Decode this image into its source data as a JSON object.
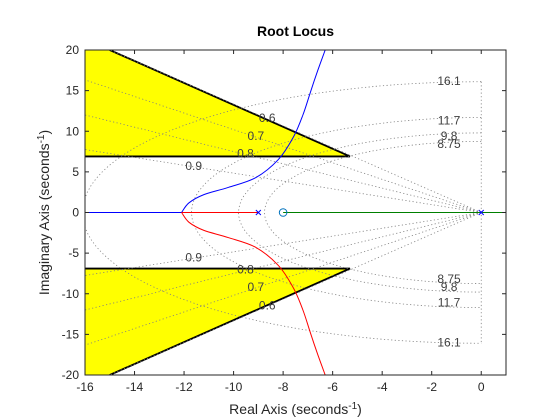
{
  "chart_data": {
    "type": "line",
    "title": "Root Locus",
    "xlabel": "Real Axis (seconds",
    "ylabel": "Imaginary Axis (seconds",
    "unit_exponent": "-1",
    "xlim": [
      -16,
      1
    ],
    "ylim": [
      -20,
      20
    ],
    "xticks": [
      -16,
      -14,
      -12,
      -10,
      -8,
      -6,
      -4,
      -2,
      0
    ],
    "yticks": [
      -20,
      -15,
      -10,
      -5,
      0,
      5,
      10,
      15,
      20
    ],
    "grid": "damping-frequency",
    "colors": {
      "branch_upper": "#0000ff",
      "branch_lower": "#ff0000",
      "branch_real": "#008000",
      "region": "#ffff00",
      "region_edge": "#000000",
      "grid": "#808080",
      "marker": "#0000ff",
      "zero": "#0072bd"
    },
    "damping_lines": [
      {
        "label": "0.6",
        "zeta": 0.6
      },
      {
        "label": "0.7",
        "zeta": 0.7
      },
      {
        "label": "0.8",
        "zeta": 0.8
      },
      {
        "label": "0.9",
        "zeta": 0.9
      }
    ],
    "frequency_arcs": [
      {
        "label": "16.1",
        "wn": 16.1
      },
      {
        "label": "11.7",
        "wn": 11.7
      },
      {
        "label": "9.8",
        "wn": 9.8
      },
      {
        "label": "8.75",
        "wn": 8.75
      }
    ],
    "region_vertices": {
      "upper": [
        [
          -16,
          20
        ],
        [
          -15,
          20
        ],
        [
          -5.3,
          6.9
        ],
        [
          -16,
          6.9
        ]
      ],
      "lower": [
        [
          -16,
          -20
        ],
        [
          -15,
          -20
        ],
        [
          -5.3,
          -6.9
        ],
        [
          -16,
          -6.9
        ]
      ]
    },
    "series": [
      {
        "values": [
          [
            -16.0,
            0
          ],
          [
            -12.1,
            0
          ]
        ]
      },
      {
        "values": [
          [
            -12.1,
            0
          ],
          [
            -11.8,
            1.2
          ],
          [
            -11.2,
            2.2
          ],
          [
            -10.2,
            3.1
          ],
          [
            -9.1,
            4.3
          ],
          [
            -8.2,
            6.5
          ],
          [
            -7.6,
            9.2
          ],
          [
            -7.2,
            12
          ],
          [
            -6.9,
            14.8
          ],
          [
            -6.6,
            17.5
          ],
          [
            -6.3,
            20
          ]
        ]
      },
      {
        "values": [
          [
            -12.1,
            0
          ],
          [
            -11.8,
            -1.2
          ],
          [
            -11.2,
            -2.2
          ],
          [
            -10.2,
            -3.1
          ],
          [
            -9.1,
            -4.3
          ],
          [
            -8.2,
            -6.5
          ],
          [
            -7.6,
            -9.2
          ],
          [
            -7.2,
            -12
          ],
          [
            -6.9,
            -14.8
          ],
          [
            -6.6,
            -17.5
          ],
          [
            -6.3,
            -20
          ]
        ]
      },
      {
        "values": [
          [
            -12.1,
            0
          ],
          [
            -9.0,
            0
          ]
        ]
      },
      {
        "values": [
          [
            -8.0,
            0
          ],
          [
            0.9,
            0
          ]
        ]
      }
    ],
    "poles": [
      [
        -9.0,
        0
      ],
      [
        0,
        0
      ]
    ],
    "zeros": [
      [
        -8.0,
        0
      ]
    ]
  }
}
